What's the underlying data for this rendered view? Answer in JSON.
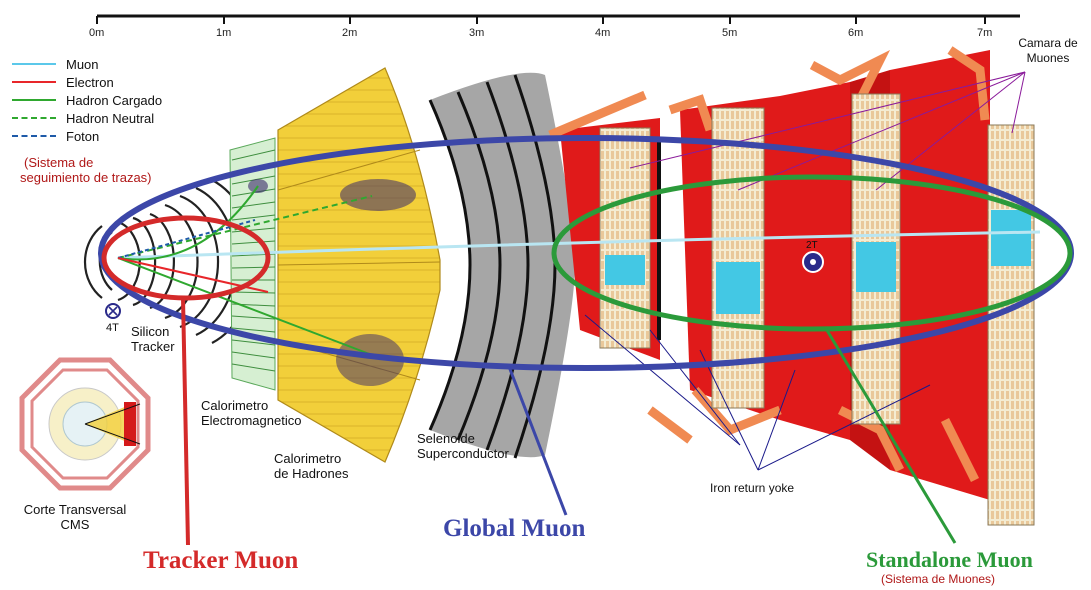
{
  "ruler": {
    "ticks": [
      "0m",
      "1m",
      "2m",
      "3m",
      "4m",
      "5m",
      "6m",
      "7m"
    ]
  },
  "legend": [
    {
      "label": "Muon",
      "color": "#5bc8ea",
      "style": "solid"
    },
    {
      "label": "Electron",
      "color": "#e8262a",
      "style": "solid"
    },
    {
      "label": "Hadron Cargado",
      "color": "#2fa82f",
      "style": "solid"
    },
    {
      "label": "Hadron Neutral",
      "color": "#2fa82f",
      "style": "dashed"
    },
    {
      "label": "Foton",
      "color": "#1e5aa8",
      "style": "dashed"
    }
  ],
  "labels": {
    "tracking_system_l1": "(Sistema de",
    "tracking_system_l2": "seguimiento de trazas)",
    "field_4t": "4T",
    "field_2t": "2T",
    "silicon_tracker_l1": "Silicon",
    "silicon_tracker_l2": "Tracker",
    "ecal_l1": "Calorimetro",
    "ecal_l2": "Electromagnetico",
    "hcal_l1": "Calorimetro",
    "hcal_l2": "de Hadrones",
    "solenoid_l1": "Selenoide",
    "solenoid_l2": "Superconductor",
    "cross_section_l1": "Corte Transversal",
    "cross_section_l2": "CMS",
    "muon_chambers_l1": "Camara de",
    "muon_chambers_l2": "Muones",
    "iron_yoke": "Iron return yoke",
    "tracker_muon": "Tracker Muon",
    "global_muon": "Global Muon",
    "standalone_muon": "Standalone Muon",
    "muon_system": "(Sistema de Muones)"
  },
  "colors": {
    "tracker_muon": "#d42a2a",
    "global_muon": "#3c47a8",
    "standalone_muon": "#2b9a3a",
    "muon_system": "#b01818",
    "tracking_system": "#b01818",
    "calorimeter": "#f2cf3a",
    "yoke": "#e01a1a",
    "solenoid": "#9a9a9a"
  }
}
